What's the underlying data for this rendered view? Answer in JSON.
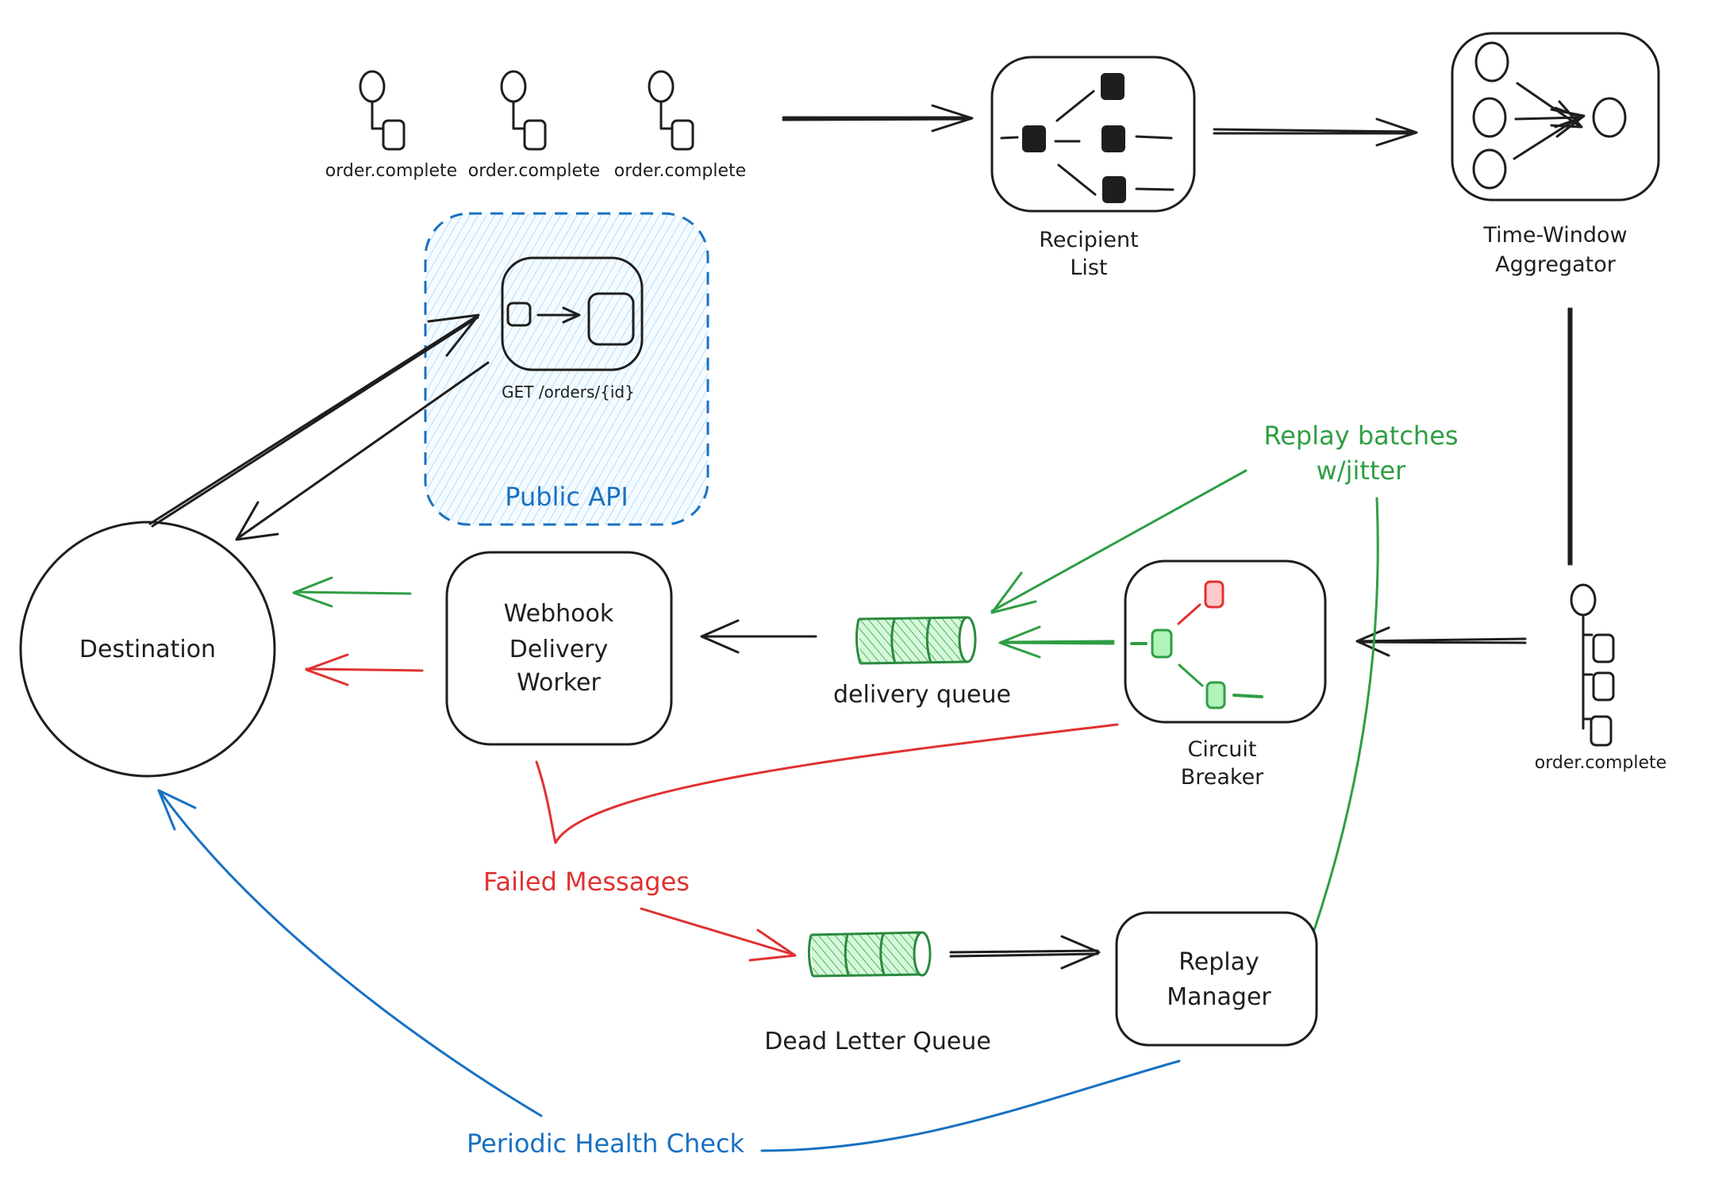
{
  "diagram": {
    "colors": {
      "ink": "#1e1e1e",
      "yellow_fill": "#ffec99",
      "blue_fill": "#a5d8ff",
      "green_fill": "#b2f2bb",
      "red_fill": "#ffc9c9",
      "violet_fill": "#d0bfff",
      "teal_fill": "#96f2d7",
      "green_accent": "#2f9e44",
      "red_accent": "#e03131",
      "blue_accent": "#1971c2",
      "queue_green": "#2b8a3e"
    },
    "events": [
      {
        "label": "order.complete",
        "color": "violet"
      },
      {
        "label": "order.complete",
        "color": "teal"
      },
      {
        "label": "order.complete",
        "color": "red"
      }
    ],
    "nodes": {
      "recipient_list": {
        "line1": "Recipient",
        "line2": "List"
      },
      "aggregator": {
        "line1": "Time-Window",
        "line2": "Aggregator"
      },
      "circuit_breaker": {
        "line1": "Circuit",
        "line2": "Breaker"
      },
      "delivery_queue": {
        "label": "delivery queue"
      },
      "webhook_worker": {
        "line1": "Webhook",
        "line2": "Delivery",
        "line3": "Worker"
      },
      "destination": {
        "label": "Destination"
      },
      "public_api": {
        "label": "Public API",
        "endpoint": "GET /orders/{id}"
      },
      "dead_letter_queue": {
        "label": "Dead Letter Queue"
      },
      "replay_manager": {
        "line1": "Replay",
        "line2": "Manager"
      },
      "aggregated_event": {
        "label": "order.complete"
      }
    },
    "annotations": {
      "replay": {
        "line1": "Replay batches",
        "line2": "w/jitter"
      },
      "failed": "Failed Messages",
      "health": "Periodic Health Check"
    }
  }
}
